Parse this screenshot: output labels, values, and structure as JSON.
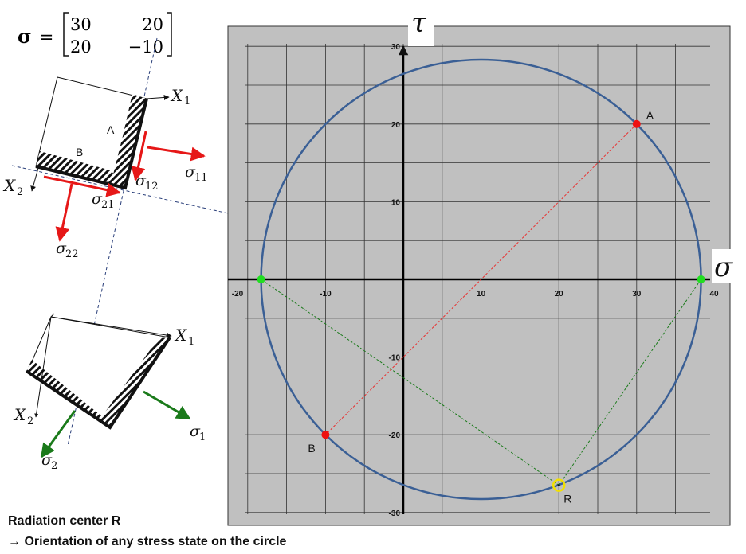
{
  "matrix": {
    "symbol": "σ",
    "equals": "=",
    "rows": [
      [
        "30",
        "20"
      ],
      [
        "20",
        "−10"
      ]
    ]
  },
  "top_element": {
    "axis_x1": "X",
    "axis_x1_sub": "1",
    "axis_x2": "X",
    "axis_x2_sub": "2",
    "label_a": "A",
    "label_b": "B",
    "stress_11": "σ",
    "stress_11_sub": "11",
    "stress_12": "σ",
    "stress_12_sub": "12",
    "stress_21": "σ",
    "stress_21_sub": "21",
    "stress_22": "σ",
    "stress_22_sub": "22"
  },
  "bottom_element": {
    "axis_x1": "X",
    "axis_x1_sub": "1",
    "axis_x2": "X",
    "axis_x2_sub": "2",
    "stress_1": "σ",
    "stress_1_sub": "1",
    "stress_2": "σ",
    "stress_2_sub": "2"
  },
  "mohr": {
    "tau_label": "τ",
    "sigma_label": "σ",
    "x_ticks": [
      -20,
      -10,
      10,
      20,
      30,
      40
    ],
    "y_ticks": [
      30,
      20,
      10,
      -10,
      -20,
      -30
    ],
    "center": [
      10,
      0
    ],
    "radius": 28.28,
    "points": [
      {
        "id": "A",
        "label": "A",
        "x": 30,
        "y": 20,
        "color": "#ee1111"
      },
      {
        "id": "B",
        "label": "B",
        "x": -10,
        "y": -20,
        "color": "#ee1111"
      },
      {
        "id": "S1",
        "label": "",
        "x": 38.28,
        "y": 0,
        "color": "#22dd22"
      },
      {
        "id": "S2",
        "label": "",
        "x": -18.28,
        "y": 0,
        "color": "#22dd22"
      },
      {
        "id": "R",
        "label": "R",
        "x": 20,
        "y": -26.5,
        "color": "#f2e000"
      }
    ],
    "colors": {
      "background": "#c0c0c0",
      "grid": "#333333",
      "circle": "#3a5f95",
      "diameter_ab": "#e83030",
      "radiation_lines": "#1a7a1a"
    }
  },
  "captions": {
    "line1": "Radiation  center  R",
    "arrow": "→",
    "line2": " Orientation  of  any  stress state on the circle"
  }
}
